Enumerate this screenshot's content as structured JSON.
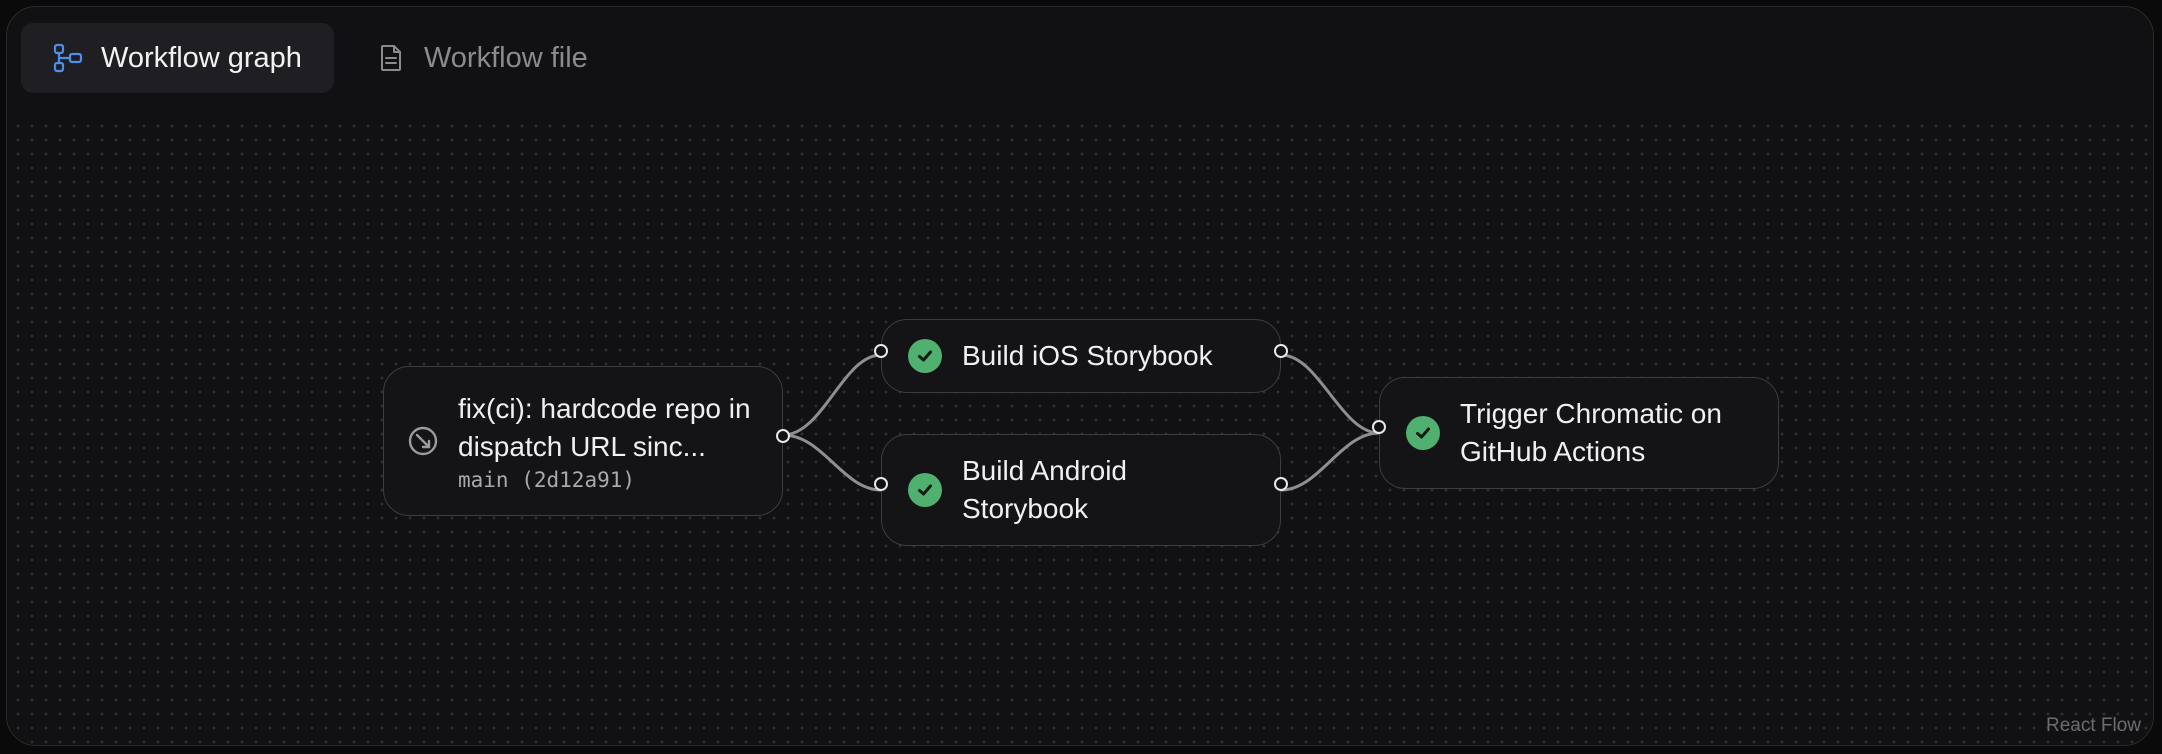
{
  "tabs": [
    {
      "label": "Workflow graph",
      "icon": "workflow-graph-icon",
      "active": true
    },
    {
      "label": "Workflow file",
      "icon": "file-icon",
      "active": false
    }
  ],
  "commit_node": {
    "title": "fix(ci): hardcode repo in dispatch URL sinc...",
    "branch": "main",
    "sha": "(2d12a91)",
    "icon": "skipped-status-icon"
  },
  "jobs": [
    {
      "label": "Build iOS Storybook",
      "status": "success"
    },
    {
      "label": "Build Android Storybook",
      "status": "success"
    },
    {
      "label": "Trigger Chromatic on GitHub Actions",
      "status": "success"
    }
  ],
  "watermark": "React Flow",
  "colors": {
    "background": "#111113",
    "active_tab": "#1f1f23",
    "node_border": "#3c3c41",
    "success": "#4fb070",
    "edge": "#8e8e93",
    "tab_icon_active": "#4d8fe8"
  }
}
